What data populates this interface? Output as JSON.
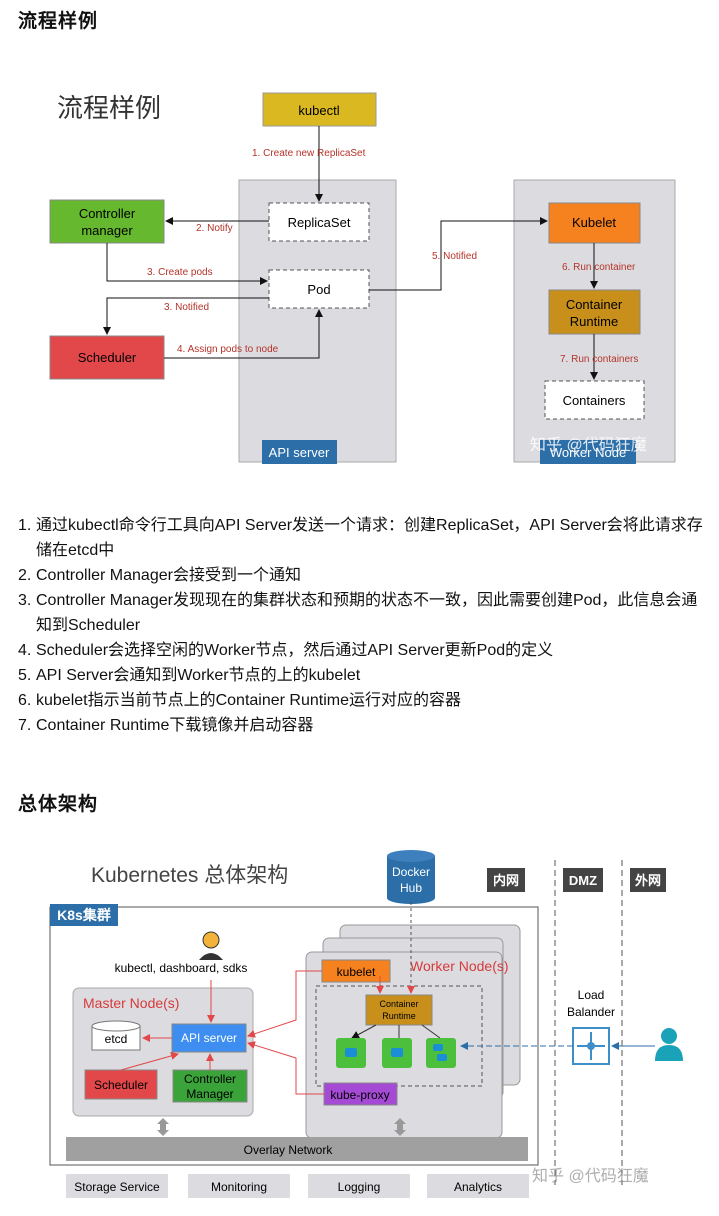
{
  "section1": {
    "heading": "流程样例"
  },
  "flow": {
    "title": "流程样例",
    "kubectl": "kubectl",
    "controller": [
      "Controller",
      "manager"
    ],
    "scheduler": "Scheduler",
    "replicaset": "ReplicaSet",
    "pod": "Pod",
    "api_server": "API server",
    "kubelet": "Kubelet",
    "runtime": [
      "Container",
      "Runtime"
    ],
    "containers": "Containers",
    "worker_node": "Worker Node",
    "edges": {
      "e1": "1. Create new ReplicaSet",
      "e2": "2. Notify",
      "e3a": "3. Create pods",
      "e3b": "3. Notified",
      "e4": "4. Assign pods to node",
      "e5": "5. Notified",
      "e6": "6. Run container",
      "e7": "7. Run containers"
    },
    "watermark": "知乎 @代码狂魔"
  },
  "steps": [
    {
      "num": "1.",
      "text": "通过kubectl命令行工具向API Server发送一个请求：创建ReplicaSet，API Server会将此请求存储在etcd中"
    },
    {
      "num": "2.",
      "text": "Controller Manager会接受到一个通知"
    },
    {
      "num": "3.",
      "text": "Controller Manager发现现在的集群状态和预期的状态不一致，因此需要创建Pod，此信息会通知到Scheduler"
    },
    {
      "num": "4.",
      "text": "Scheduler会选择空闲的Worker节点，然后通过API Server更新Pod的定义"
    },
    {
      "num": "5.",
      "text": "API Server会通知到Worker节点的上的kubelet"
    },
    {
      "num": "6.",
      "text": "kubelet指示当前节点上的Container Runtime运行对应的容器"
    },
    {
      "num": "7.",
      "text": "Container Runtime下载镜像并启动容器"
    }
  ],
  "section2": {
    "heading": "总体架构"
  },
  "arch": {
    "title": "Kubernetes 总体架构",
    "docker_hub": [
      "Docker",
      "Hub"
    ],
    "zone_inner": "内网",
    "zone_dmz": "DMZ",
    "zone_outer": "外网",
    "cluster": "K8s集群",
    "clients": "kubectl, dashboard, sdks",
    "master": "Master Node(s)",
    "etcd": "etcd",
    "api_server": "API server",
    "scheduler": "Scheduler",
    "controller": [
      "Controller",
      "Manager"
    ],
    "worker": "Worker Node(s)",
    "kubelet": "kubelet",
    "runtime": [
      "Container",
      "Runtime"
    ],
    "kube_proxy": "kube-proxy",
    "lb": [
      "Load",
      "Balander"
    ],
    "overlay": "Overlay Network",
    "services": [
      "Storage Service",
      "Monitoring",
      "Logging",
      "Analytics"
    ],
    "watermark": "知乎 @代码狂魔"
  },
  "colors": {
    "kubectl": "#d9b821",
    "controller": "#66b82f",
    "scheduler": "#e2474a",
    "kubelet": "#f5821f",
    "runtime": "#c8901a",
    "api_tag": "#2b6ea8",
    "edge_label": "#b5332a",
    "node_bg": "#dcdce0",
    "api_blue": "#3d8ef0",
    "kube_proxy": "#a44ad4",
    "green_pod": "#4cbf3c",
    "teal": "#1aa3b8"
  }
}
